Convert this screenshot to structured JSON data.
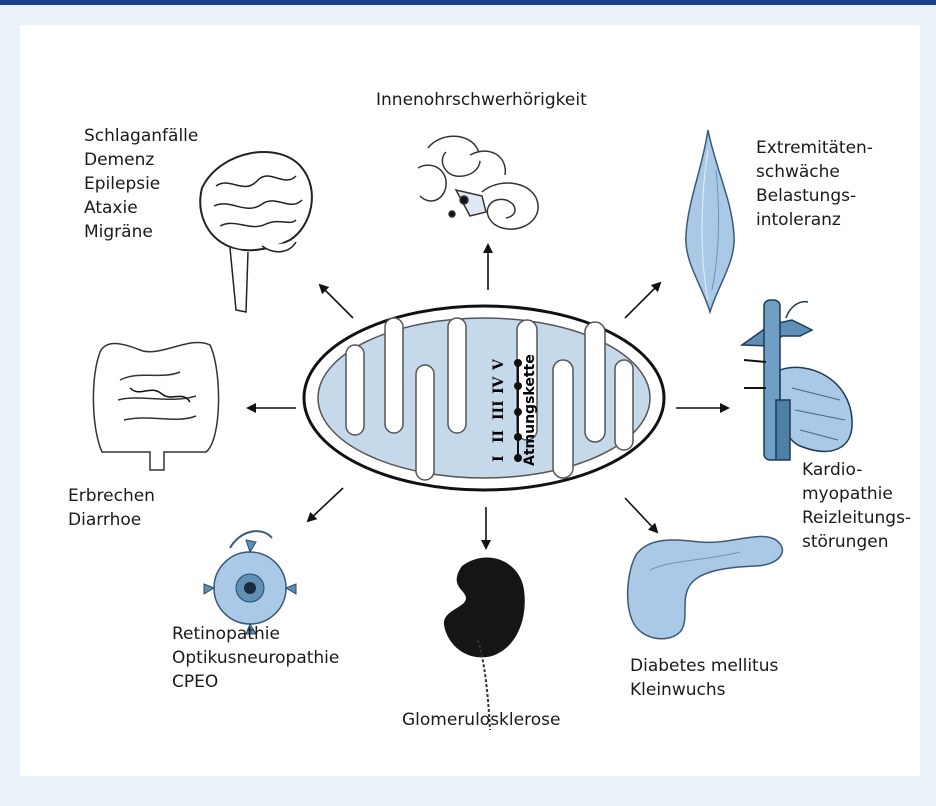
{
  "colors": {
    "frame_bar": "#1a3f8a",
    "frame_bg": "#eaf1f8",
    "organ_fill": "#a9c9e6",
    "organ_stroke": "#3a5a7a",
    "cristae_fill": "#c6d9ea",
    "arrow": "#111111"
  },
  "diagram": {
    "center": {
      "name": "mitochondrion",
      "roman_numerals": [
        "I",
        "II",
        "III",
        "IV",
        "V"
      ],
      "respiratory_chain_label": "Atmungskette"
    },
    "groups": {
      "ear": {
        "icon": "inner-ear-icon",
        "lines": [
          "Innenohrschwerhörigkeit"
        ]
      },
      "muscle": {
        "icon": "muscle-icon",
        "lines": [
          "Extremitäten-",
          "schwäche",
          "Belastungs-",
          "intoleranz"
        ]
      },
      "heart": {
        "icon": "heart-icon",
        "lines": [
          "Kardio-",
          "myopathie",
          "Reizleitungs-",
          "störungen"
        ]
      },
      "pancreas": {
        "icon": "pancreas-icon",
        "lines": [
          "Diabetes mellitus",
          "Kleinwuchs"
        ]
      },
      "kidney": {
        "icon": "kidney-icon",
        "lines": [
          "Glomerulosklerose"
        ]
      },
      "eye": {
        "icon": "eye-icon",
        "lines": [
          "Retinopathie",
          "Optikusneuropathie",
          "CPEO"
        ]
      },
      "intestine": {
        "icon": "intestine-icon",
        "lines": [
          "Erbrechen",
          "Diarrhoe"
        ]
      },
      "brain": {
        "icon": "brain-icon",
        "lines": [
          "Schlaganfälle",
          "Demenz",
          "Epilepsie",
          "Ataxie",
          "Migräne"
        ]
      }
    }
  }
}
